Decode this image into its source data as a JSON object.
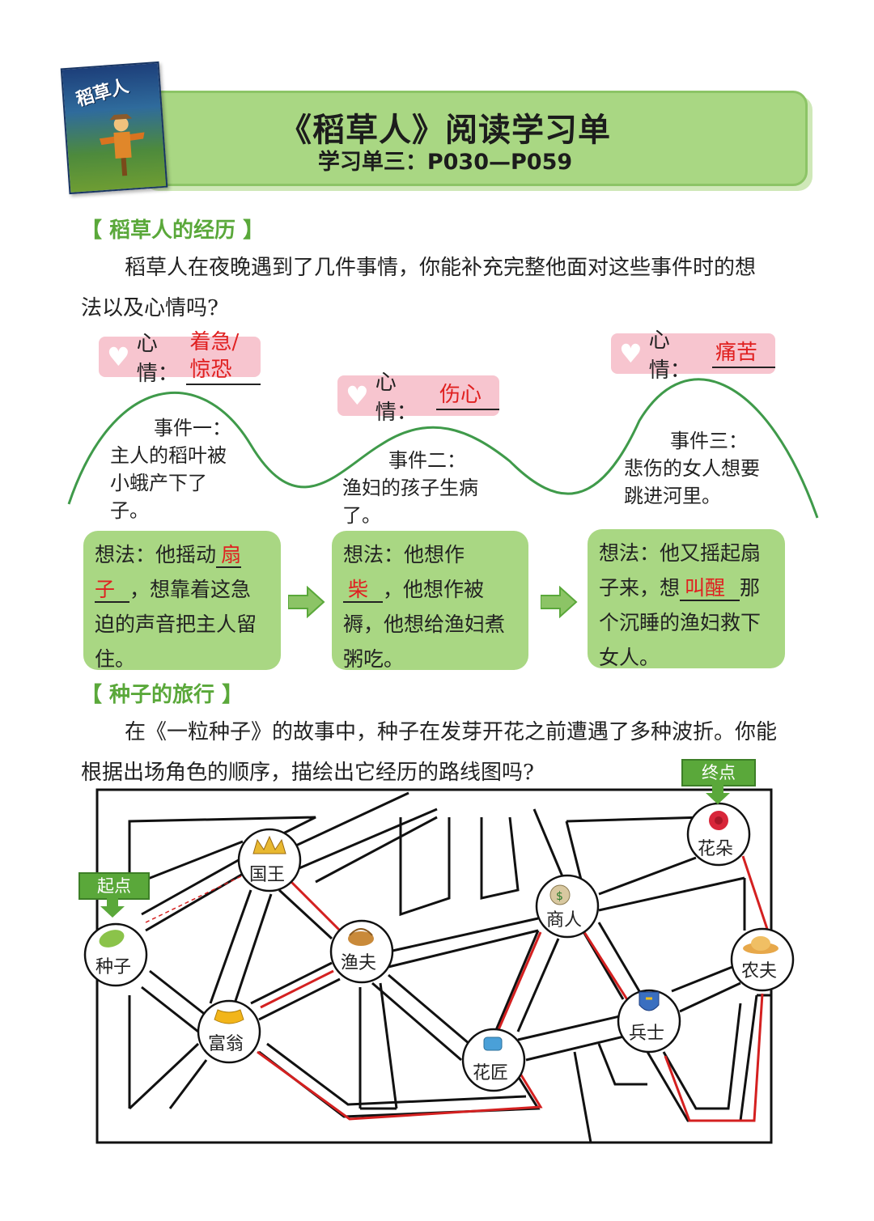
{
  "header": {
    "title": "《稻草人》阅读学习单",
    "subtitle": "学习单三：P030—P059",
    "cover_title": "稻草人"
  },
  "section1": {
    "heading": "【 稻草人的经历 】",
    "intro": "稻草人在夜晚遇到了几件事情，你能补充完整他面对这些事件时的想法以及心情吗?",
    "events": [
      {
        "mood_label": "心情：",
        "mood_answer": "着急/惊恐",
        "event_title": "事件一：",
        "event_text": "主人的稻叶被小蛾产下了子。",
        "thought_before": "想法：他摇动",
        "thought_answer": "扇子",
        "thought_after": "，想靠着这急迫的声音把主人留住。"
      },
      {
        "mood_label": "心情：",
        "mood_answer": "伤心",
        "event_title": "事件二：",
        "event_text": "渔妇的孩子生病了。",
        "thought_before": "想法：他想作",
        "thought_answer": "柴",
        "thought_after": "，他想作被褥，他想给渔妇煮粥吃。"
      },
      {
        "mood_label": "心情：",
        "mood_answer": "痛苦",
        "event_title": "事件三：",
        "event_text": "悲伤的女人想要跳进河里。",
        "thought_before": "想法：他又摇起扇子来，想",
        "thought_answer": "叫醒",
        "thought_after": "那个沉睡的渔妇救下女人。"
      }
    ]
  },
  "section2": {
    "heading": "【 种子的旅行 】",
    "intro": "在《一粒种子》的故事中，种子在发芽开花之前遭遇了多种波折。你能根据出场角色的顺序，描绘出它经历的路线图吗?",
    "start_label": "起点",
    "end_label": "终点",
    "nodes": [
      {
        "label": "种子",
        "icon": "leaf-icon"
      },
      {
        "label": "国王",
        "icon": "crown-icon"
      },
      {
        "label": "渔夫",
        "icon": "basket-icon"
      },
      {
        "label": "富翁",
        "icon": "gold-ingot-icon"
      },
      {
        "label": "商人",
        "icon": "money-bag-icon"
      },
      {
        "label": "花匠",
        "icon": "watering-can-icon"
      },
      {
        "label": "兵士",
        "icon": "shield-icon"
      },
      {
        "label": "农夫",
        "icon": "straw-hat-icon"
      },
      {
        "label": "花朵",
        "icon": "flower-icon"
      }
    ]
  },
  "colors": {
    "banner": "#a9d783",
    "heading_green": "#5aa83a",
    "mood_pink": "#f7c5cf",
    "answer_red": "#e02020",
    "wave_green": "#3f9a4a",
    "route_red": "#d42020"
  }
}
